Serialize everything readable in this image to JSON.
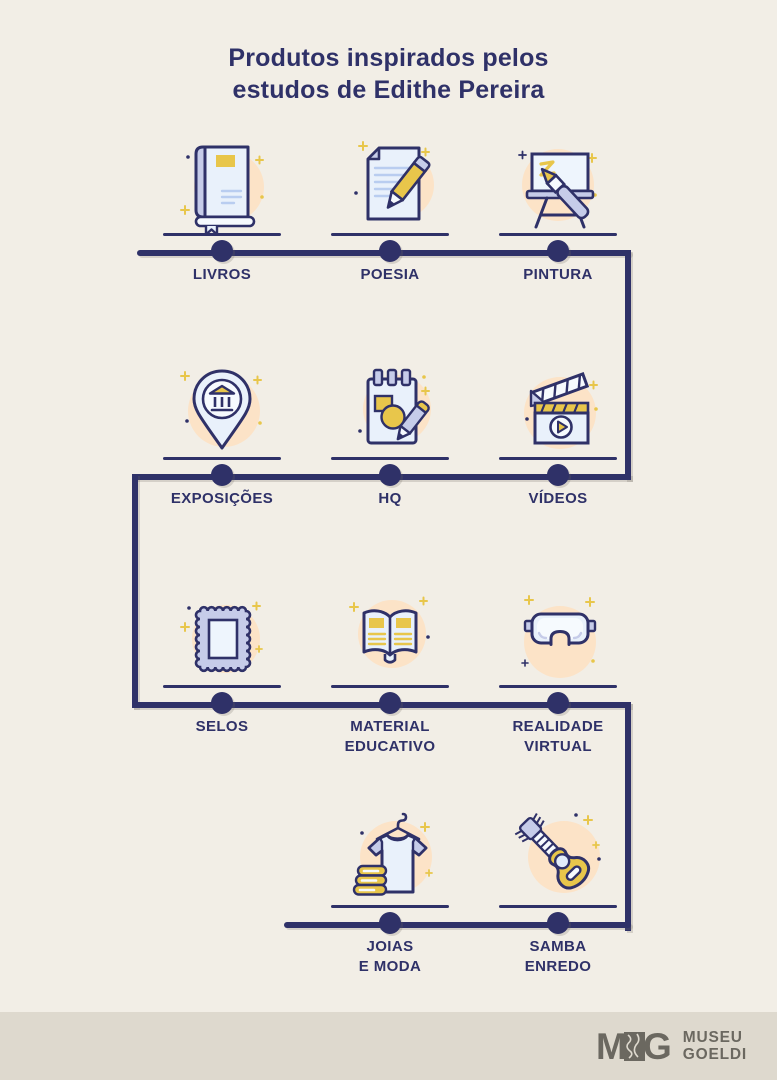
{
  "title": "Produtos inspirados pelos\nestudos de Edithe Pereira",
  "colors": {
    "background": "#f2eee6",
    "navy": "#2f3168",
    "peach": "#fce3c7",
    "yellow": "#e8c64b",
    "light_blue": "#e9f1fb",
    "lavender": "#c6cce9",
    "footer_background": "#ded9ce",
    "logo_gray": "#6b6860"
  },
  "items": [
    {
      "label": "LIVROS",
      "icon": "book-icon"
    },
    {
      "label": "POESIA",
      "icon": "paper-pencil-icon"
    },
    {
      "label": "PINTURA",
      "icon": "easel-icon"
    },
    {
      "label": "EXPOSIÇÕES",
      "icon": "map-pin-museum-icon"
    },
    {
      "label": "HQ",
      "icon": "notepad-icon"
    },
    {
      "label": "VÍDEOS",
      "icon": "clapperboard-icon"
    },
    {
      "label": "SELOS",
      "icon": "stamp-icon"
    },
    {
      "label": "MATERIAL\nEDUCATIVO",
      "icon": "open-book-icon"
    },
    {
      "label": "REALIDADE\nVIRTUAL",
      "icon": "vr-goggles-icon"
    },
    {
      "label": "JOIAS\nE MODA",
      "icon": "tshirt-icon"
    },
    {
      "label": "SAMBA\nENREDO",
      "icon": "guitar-icon"
    }
  ],
  "footer": {
    "monogram_m": "M",
    "monogram_g": "G",
    "logo_text": "MUSEU\nGOELDI"
  }
}
